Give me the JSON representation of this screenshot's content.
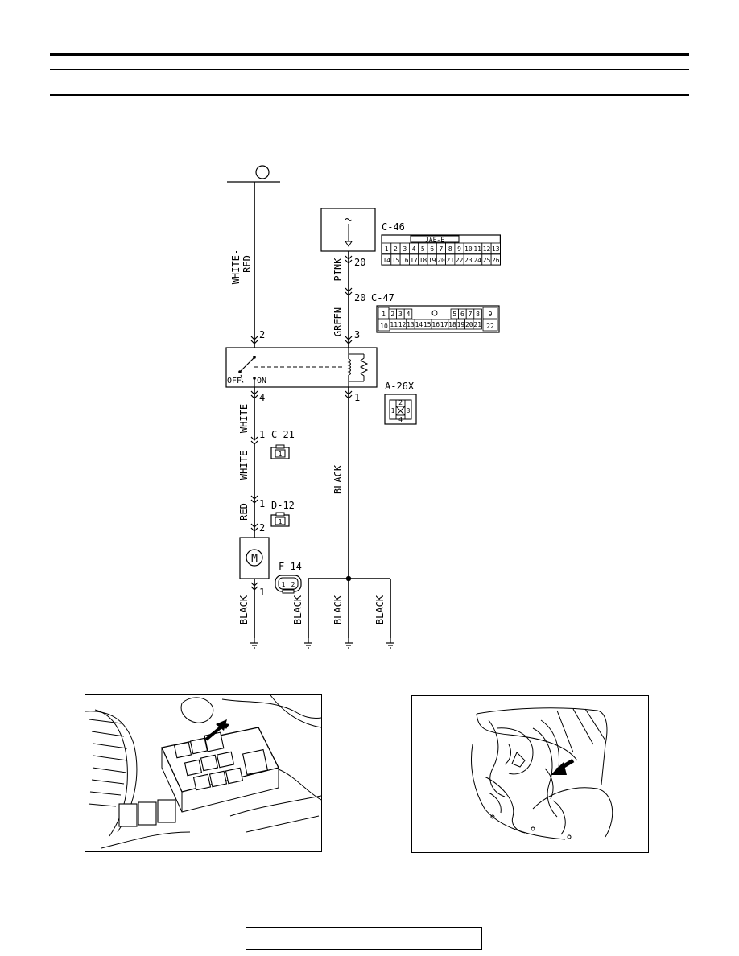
{
  "header": {
    "title": "",
    "subtitle": ""
  },
  "footer": {
    "text": ""
  },
  "colors": {
    "ink": "#000000",
    "paper": "#ffffff"
  },
  "diagram": {
    "source_terminal": "",
    "wires": {
      "white_red": "WHITE-RED",
      "pink": "PINK",
      "green": "GREEN",
      "white_upper": "WHITE",
      "white_lower": "WHITE",
      "red": "RED",
      "black_motor": "BLACK",
      "black_main": "BLACK",
      "black_left": "BLACK",
      "black_center": "BLACK",
      "black_right": "BLACK"
    },
    "relay": {
      "off_label": "OFF",
      "on_label": "ON"
    },
    "pins": {
      "c46_pin": "20",
      "c47_pin_top": "20",
      "c47_pin": "3",
      "relay_pin_in": "2",
      "relay_pin_out": "4",
      "relay_pin_coil": "1",
      "c21_pin": "1",
      "d12_pin": "1",
      "motor_pin_top": "2",
      "motor_pin_bottom": "1"
    },
    "connectors": {
      "c46": {
        "name": "C-46",
        "tag": "JAE-E",
        "top_row": [
          "1",
          "2",
          "3",
          "4",
          "5",
          "6",
          "7",
          "8",
          "9",
          "10",
          "11",
          "12",
          "13"
        ],
        "bottom_row": [
          "14",
          "15",
          "16",
          "17",
          "18",
          "19",
          "20",
          "21",
          "22",
          "23",
          "24",
          "25",
          "26"
        ]
      },
      "c47": {
        "name": "C-47",
        "top_left": [
          "1",
          "2",
          "3",
          "4"
        ],
        "top_right": [
          "5",
          "6",
          "7",
          "8"
        ],
        "right_top": "9",
        "bottom_left": "10",
        "bottom_row": [
          "11",
          "12",
          "13",
          "14",
          "15",
          "16",
          "17",
          "18",
          "19",
          "20",
          "21"
        ],
        "right_bottom": "22"
      },
      "a26x": {
        "name": "A-26X",
        "pins": [
          "1",
          "2",
          "3",
          "4"
        ]
      },
      "c21": {
        "name": "C-21",
        "pins": [
          "1"
        ]
      },
      "d12": {
        "name": "D-12",
        "pins": [
          "1"
        ]
      },
      "f14": {
        "name": "F-14",
        "pins": [
          "1",
          "2"
        ]
      }
    }
  },
  "photos": [
    {
      "caption": ""
    },
    {
      "caption": ""
    }
  ]
}
